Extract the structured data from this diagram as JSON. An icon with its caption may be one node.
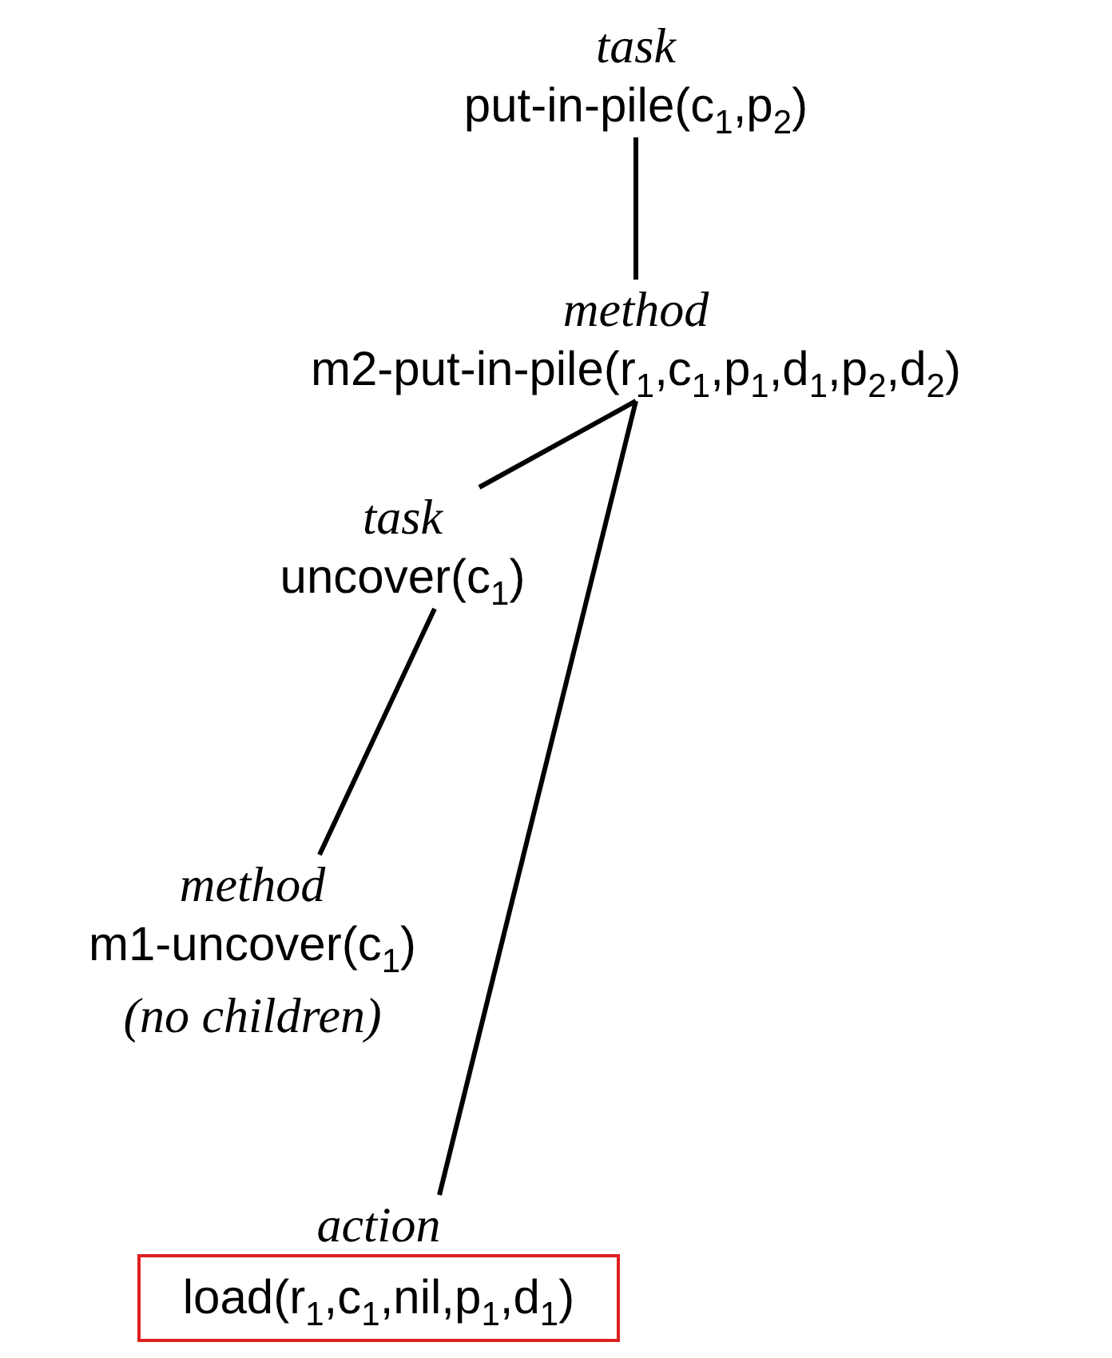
{
  "diagram": {
    "nodes": [
      {
        "text": [
          "task",
          "put-in-pile(c$_{1}$,p$_{2}$)"
        ]
      },
      {
        "text": [
          "method",
          "m2-put-in-pile(r$_{1}$,c$_{1}$,p$_{1}$,d$_{1}$,p$_{2}$,d$_{2}$)"
        ]
      },
      {
        "text": [
          "task",
          "uncover(c$_{1}$)"
        ]
      },
      {
        "text": [
          "method",
          "m1-uncover(c$_{1}$)",
          "(no children)"
        ]
      },
      {
        "text": [
          "action",
          "load(r$_{1}$,c$_{1}$,nil,p$_{1}$,d$_{1}$)"
        ]
      }
    ],
    "edges": [
      {
        "from": 0,
        "to": 1,
        "arrow": "none"
      },
      {
        "from": 1,
        "to": 2,
        "arrow": "none"
      },
      {
        "from": 2,
        "to": 3,
        "arrow": "none"
      },
      {
        "from": 1,
        "to": 4,
        "arrow": "none"
      }
    ]
  }
}
